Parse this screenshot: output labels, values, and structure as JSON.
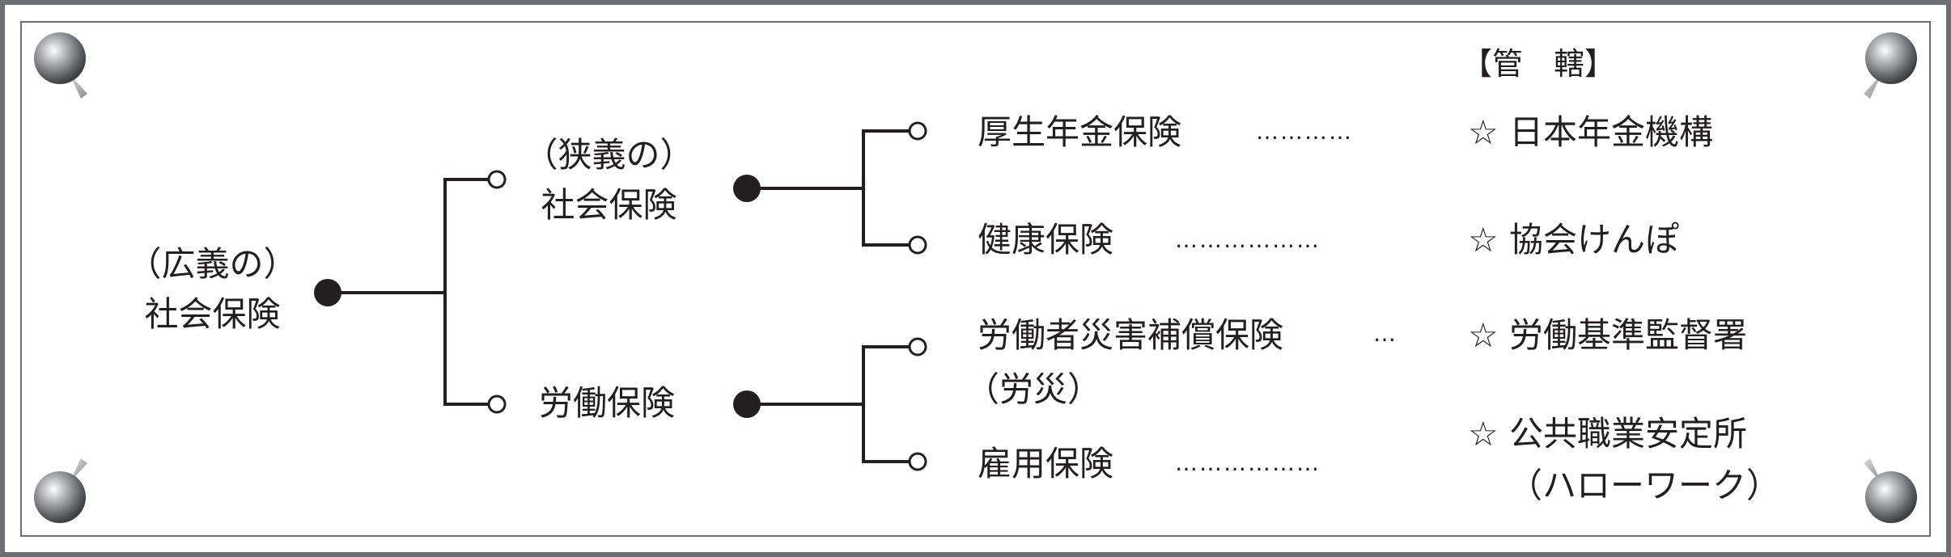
{
  "header": {
    "open_bracket": "【",
    "label": "管　轄",
    "close_bracket": "】"
  },
  "root": {
    "line1": "（広義の）",
    "line2": "社会保険"
  },
  "mid": {
    "narrow": {
      "line1": "（狭義の）",
      "line2": "社会保険"
    },
    "labor": {
      "label": "労働保険"
    }
  },
  "leaves": [
    {
      "name": "厚生年金保険",
      "dots": "…………",
      "agency": "☆ 日本年金機構"
    },
    {
      "name": "健康保険",
      "dots": "………………",
      "agency": "☆ 協会けんぽ"
    },
    {
      "name": "労働者災害補償保険",
      "name2": "（労災）",
      "dots": "…",
      "agency": "☆ 労働基準監督署"
    },
    {
      "name": "雇用保険",
      "dots": "………………",
      "agency": "☆ 公共職業安定所",
      "agency2": "（ハローワーク）"
    }
  ],
  "colors": {
    "frame": "#6d6e71",
    "line": "#231f20",
    "pin": "#8a8c8f"
  }
}
